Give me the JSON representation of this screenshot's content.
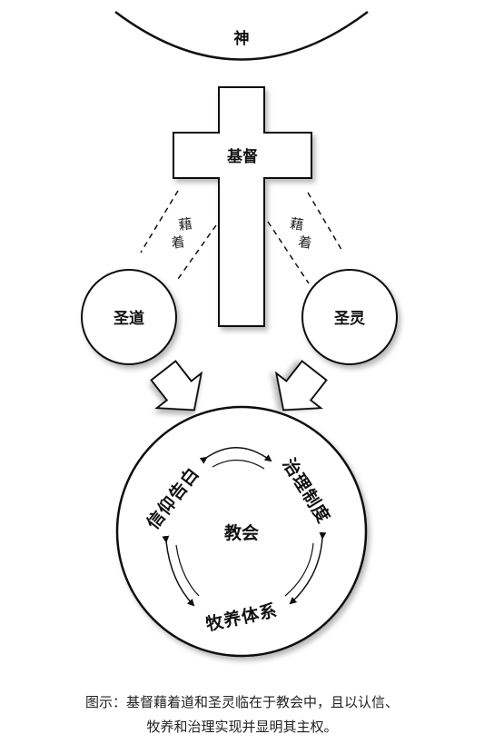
{
  "diagram": {
    "god_label": "神",
    "christ_label": "基督",
    "via_left": [
      "藉",
      "着"
    ],
    "via_right": [
      "藉",
      "着"
    ],
    "word_label": "圣道",
    "spirit_label": "圣灵",
    "church_label": "教会",
    "ring_labels": {
      "faith": "信仰告白",
      "governance": "治理制度",
      "pastoral": "牧养体系"
    }
  },
  "caption": {
    "line1": "图示：基督藉着道和圣灵临在于教会中，且以认信、",
    "line2": "牧养和治理实现并显明其主权。"
  }
}
